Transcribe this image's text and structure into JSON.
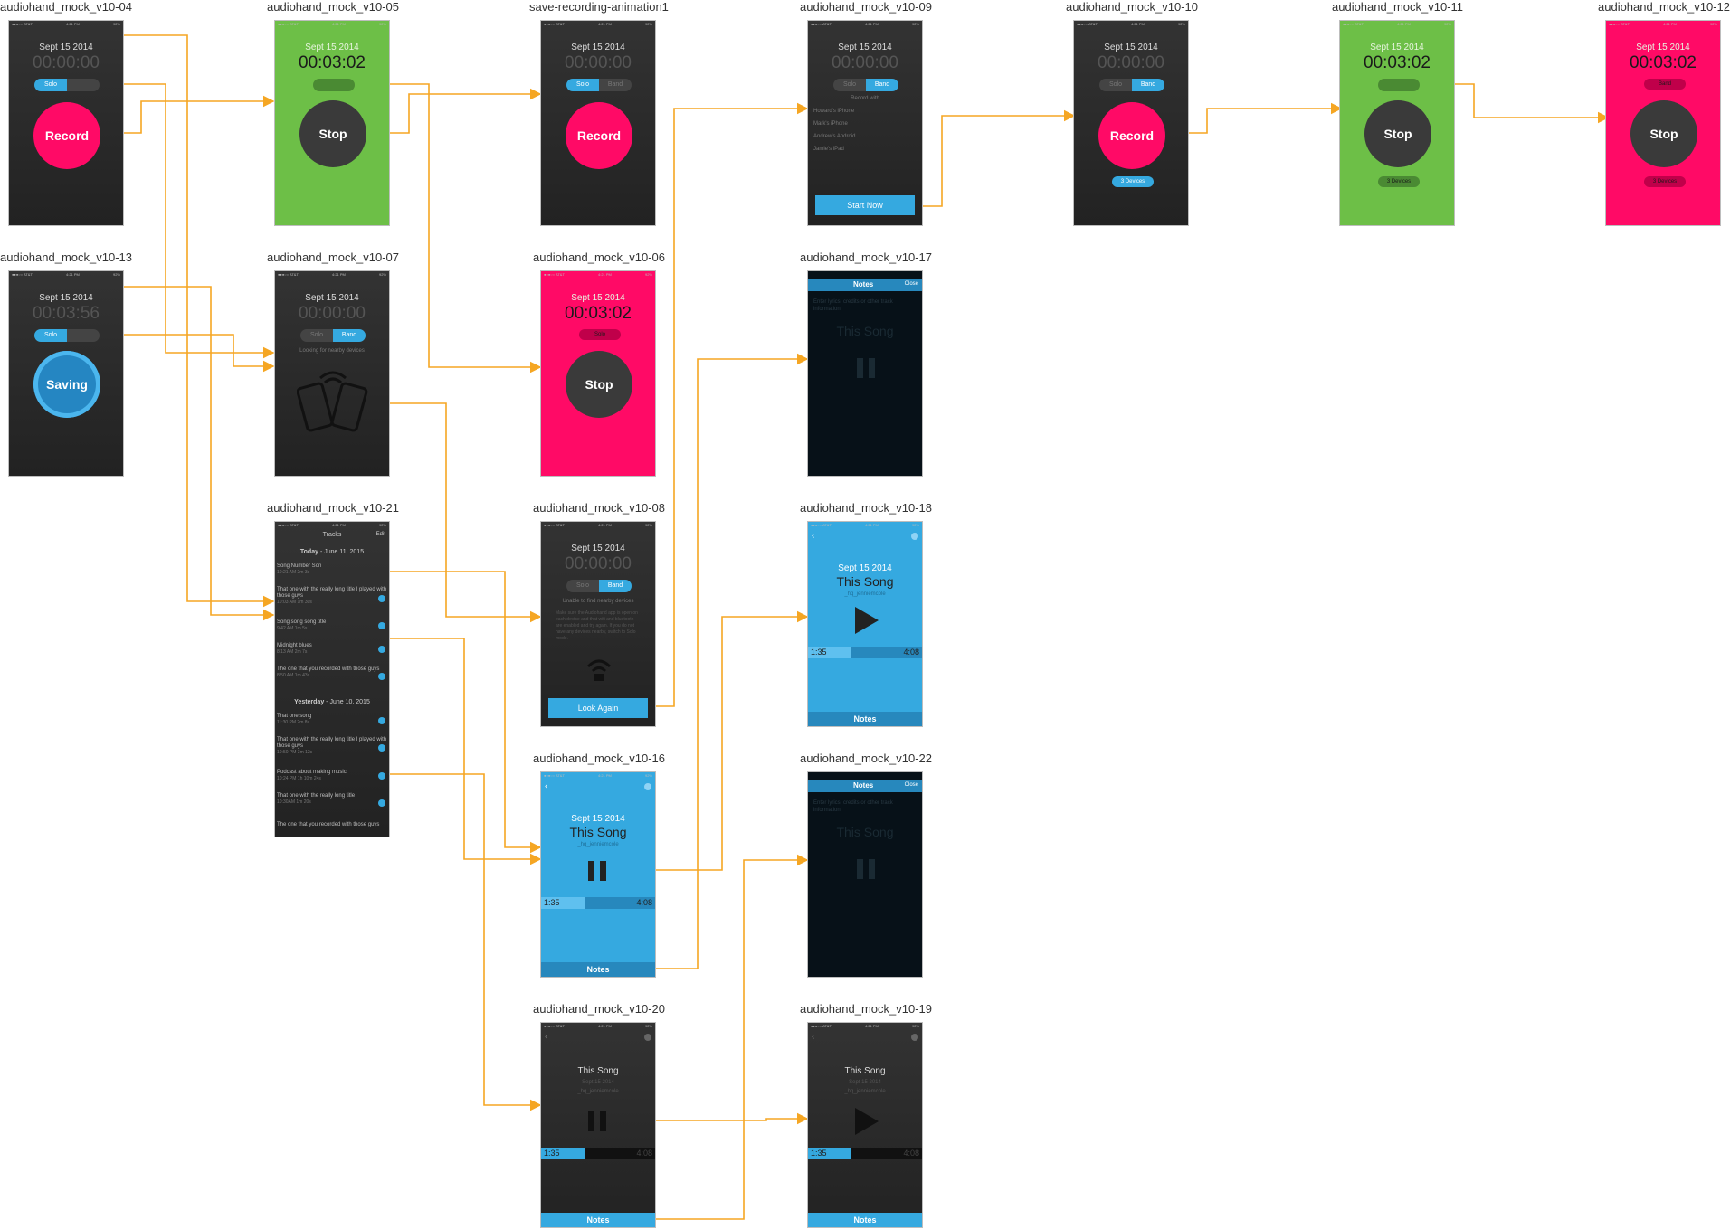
{
  "screens": {
    "s04": {
      "label": "audiohand_mock_v10-04",
      "date": "Sept 15 2014",
      "timer": "00:00:00",
      "seg": [
        "Solo",
        ""
      ],
      "button": "Record"
    },
    "s05": {
      "label": "audiohand_mock_v10-05",
      "date": "Sept 15 2014",
      "timer": "00:03:02",
      "button": "Stop"
    },
    "sanim": {
      "label": "save-recording-animation1",
      "date": "Sept 15 2014",
      "timer": "00:00:00",
      "seg": [
        "Solo",
        "Band"
      ],
      "button": "Record"
    },
    "s09": {
      "label": "audiohand_mock_v10-09",
      "date": "Sept 15 2014",
      "timer": "00:00:00",
      "seg": [
        "Solo",
        "Band"
      ],
      "record_with": "Record with",
      "devices": [
        "Howard's iPhone",
        "Mark's iPhone",
        "Andrew's Android",
        "Jamie's iPad"
      ],
      "button": "Start Now"
    },
    "s10": {
      "label": "audiohand_mock_v10-10",
      "date": "Sept 15 2014",
      "timer": "00:00:00",
      "seg": [
        "Solo",
        "Band"
      ],
      "button": "Record",
      "pill": "3 Devices"
    },
    "s11": {
      "label": "audiohand_mock_v10-11",
      "date": "Sept 15 2014",
      "timer": "00:03:02",
      "button": "Stop",
      "pill": "3 Devices"
    },
    "s12": {
      "label": "audiohand_mock_v10-12",
      "date": "Sept 15 2014",
      "timer": "00:03:02",
      "tag": "Band",
      "button": "Stop",
      "pill": "3 Devices"
    },
    "s13": {
      "label": "audiohand_mock_v10-13",
      "date": "Sept 15 2014",
      "timer": "00:03:56",
      "seg": [
        "Solo",
        ""
      ],
      "button": "Saving"
    },
    "s07": {
      "label": "audiohand_mock_v10-07",
      "date": "Sept 15 2014",
      "timer": "00:00:00",
      "seg": [
        "Solo",
        "Band"
      ],
      "msg": "Looking for nearby devices"
    },
    "s06": {
      "label": "audiohand_mock_v10-06",
      "date": "Sept 15 2014",
      "timer": "00:03:02",
      "tag": "Solo",
      "button": "Stop"
    },
    "s17": {
      "label": "audiohand_mock_v10-17",
      "tab": "Notes",
      "close": "Close",
      "placeholder": "Enter lyrics, credits or other track information",
      "song": "This Song"
    },
    "s21": {
      "label": "audiohand_mock_v10-21",
      "header": "Tracks",
      "edit": "Edit",
      "today": "Today",
      "today_date": "June 11, 2015",
      "yesterday": "Yesterday",
      "yesterday_date": "June 10, 2015",
      "tracks": [
        {
          "t": "Song Number Son",
          "m": "10:21 AM   2m 3s"
        },
        {
          "t": "That one with the really long title I played with those guys",
          "m": "10:03 AM   1m 30s"
        },
        {
          "t": "Song song song title",
          "m": "9:42 AM   1m 5s"
        },
        {
          "t": "Midnight blues",
          "m": "8:13 AM   2m 7s"
        },
        {
          "t": "The one that you recorded with those guys",
          "m": "8:50 AM   1m 43s"
        },
        {
          "t": "That one song",
          "m": "11:30 PM   2m 8s"
        },
        {
          "t": "That one with the really long title I played with those guys",
          "m": "10:50 PM   3m 12s"
        },
        {
          "t": "Podcast about making music",
          "m": "10:24 PM   1h 10m 24s"
        },
        {
          "t": "That one with the really long title",
          "m": "10:30AM   1m 20s"
        },
        {
          "t": "The one that you recorded with those guys",
          "m": ""
        }
      ]
    },
    "s08": {
      "label": "audiohand_mock_v10-08",
      "date": "Sept 15 2014",
      "timer": "00:00:00",
      "seg": [
        "Solo",
        "Band"
      ],
      "msg": "Unable to find nearby devices",
      "body": "Make sure the Audiohand app is open on each device and that wifi and bluetooth are enabled and try again. If you do not have any devices nearby, switch to Solo mode.",
      "button": "Look Again"
    },
    "s18": {
      "label": "audiohand_mock_v10-18",
      "date": "Sept 15 2014",
      "song": "This Song",
      "author": "_hq_jenniemcole",
      "t1": "1:35",
      "t2": "4:08",
      "foot": "Notes"
    },
    "s16": {
      "label": "audiohand_mock_v10-16",
      "date": "Sept 15 2014",
      "song": "This Song",
      "author": "_hq_jenniemcole",
      "t1": "1:35",
      "t2": "4:08",
      "foot": "Notes"
    },
    "s22": {
      "label": "audiohand_mock_v10-22",
      "tab": "Notes",
      "close": "Close",
      "placeholder": "Enter lyrics, credits or other track information",
      "song": "This Song"
    },
    "s20": {
      "label": "audiohand_mock_v10-20",
      "song": "This Song",
      "date": "Sept 15 2014",
      "author": "_hq_jenniemcole",
      "t1": "1:35",
      "t2": "4:08",
      "foot": "Notes"
    },
    "s19": {
      "label": "audiohand_mock_v10-19",
      "song": "This Song",
      "date": "Sept 15 2014",
      "author": "_hq_jenniemcole",
      "t1": "1:35",
      "t2": "4:08",
      "foot": "Notes"
    }
  },
  "status_bar": {
    "carrier": "●●●○○ AT&T",
    "time": "4:21 PM",
    "battery": "92%"
  },
  "colors": {
    "connector": "#f5a623",
    "accent_blue": "#35a9e0",
    "record_pink": "#ff0a66",
    "stop_green": "#6dbf47"
  }
}
